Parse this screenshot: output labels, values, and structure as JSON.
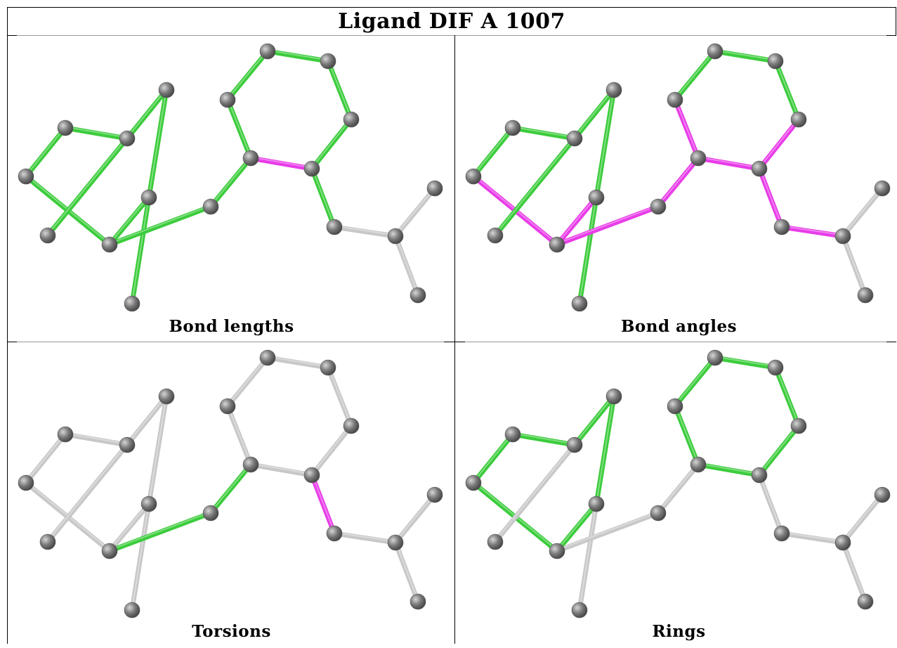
{
  "title": "Ligand DIF A 1007",
  "panels": [
    {
      "caption": "Bond lengths",
      "bonds": {
        "0-1": "green",
        "1-2": "green",
        "2-3": "green",
        "3-4": "green",
        "4-5": "green",
        "5-0": "green",
        "4-6": "green",
        "2-7": "green",
        "5-8": "green",
        "8-9": "green",
        "9-10": "green",
        "10-11": "green",
        "11-12": "green",
        "12-13": "green",
        "13-14": "green",
        "14-9": "magenta",
        "14-15": "green",
        "15-16": "grey",
        "16-17": "grey",
        "16-18": "grey"
      }
    },
    {
      "caption": "Bond angles",
      "bonds": {
        "0-1": "green",
        "1-2": "green",
        "2-3": "green",
        "3-4": "green",
        "4-5": "magenta",
        "5-0": "magenta",
        "4-6": "green",
        "2-7": "green",
        "5-8": "magenta",
        "8-9": "magenta",
        "9-10": "magenta",
        "10-11": "green",
        "11-12": "green",
        "12-13": "green",
        "13-14": "magenta",
        "14-9": "magenta",
        "14-15": "magenta",
        "15-16": "magenta",
        "16-17": "grey",
        "16-18": "grey"
      }
    },
    {
      "caption": "Torsions",
      "bonds": {
        "0-1": "grey",
        "1-2": "grey",
        "2-3": "grey",
        "3-4": "grey",
        "4-5": "grey",
        "5-0": "grey",
        "4-6": "grey",
        "2-7": "grey",
        "5-8": "green",
        "8-9": "green",
        "9-10": "grey",
        "10-11": "grey",
        "11-12": "grey",
        "12-13": "grey",
        "13-14": "grey",
        "14-9": "grey",
        "14-15": "magenta",
        "15-16": "grey",
        "16-17": "grey",
        "16-18": "grey"
      }
    },
    {
      "caption": "Rings",
      "bonds": {
        "0-1": "green",
        "1-2": "green",
        "2-3": "green",
        "3-4": "green",
        "4-5": "green",
        "5-0": "green",
        "4-6": "grey",
        "2-7": "grey",
        "5-8": "grey",
        "8-9": "grey",
        "9-10": "green",
        "10-11": "green",
        "11-12": "green",
        "12-13": "green",
        "13-14": "green",
        "14-9": "green",
        "14-15": "grey",
        "15-16": "grey",
        "16-17": "grey",
        "16-18": "grey"
      }
    }
  ],
  "colors": {
    "green": "#3ccc3c",
    "magenta": "#e83ce8",
    "grey": "#c8c8c8",
    "atom": "#7a7a7a"
  }
}
